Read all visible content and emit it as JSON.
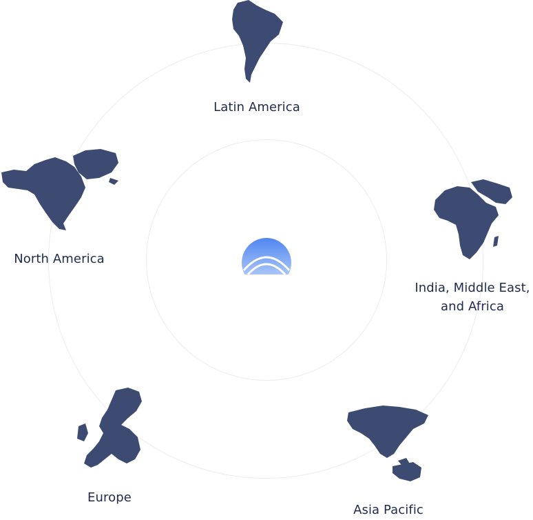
{
  "regions": [
    {
      "key": "latin_america",
      "label": "Latin America",
      "icon": "south-america-map-icon"
    },
    {
      "key": "north_america",
      "label": "North America",
      "icon": "north-america-map-icon"
    },
    {
      "key": "imea",
      "label_line1": "India, Middle East,",
      "label_line2": "and Africa",
      "icon": "africa-middle-east-map-icon"
    },
    {
      "key": "europe",
      "label": "Europe",
      "icon": "europe-map-icon"
    },
    {
      "key": "asia_pacific",
      "label": "Asia Pacific",
      "icon": "asia-pacific-map-icon"
    }
  ],
  "colors": {
    "map_fill": "#3d4b72",
    "label_text": "#1f2a4d",
    "ring_stroke": "#ececec",
    "logo_top": "#4f86f0",
    "logo_bottom": "#c9dbfb"
  },
  "center_logo": {
    "icon": "brand-logo-icon"
  }
}
